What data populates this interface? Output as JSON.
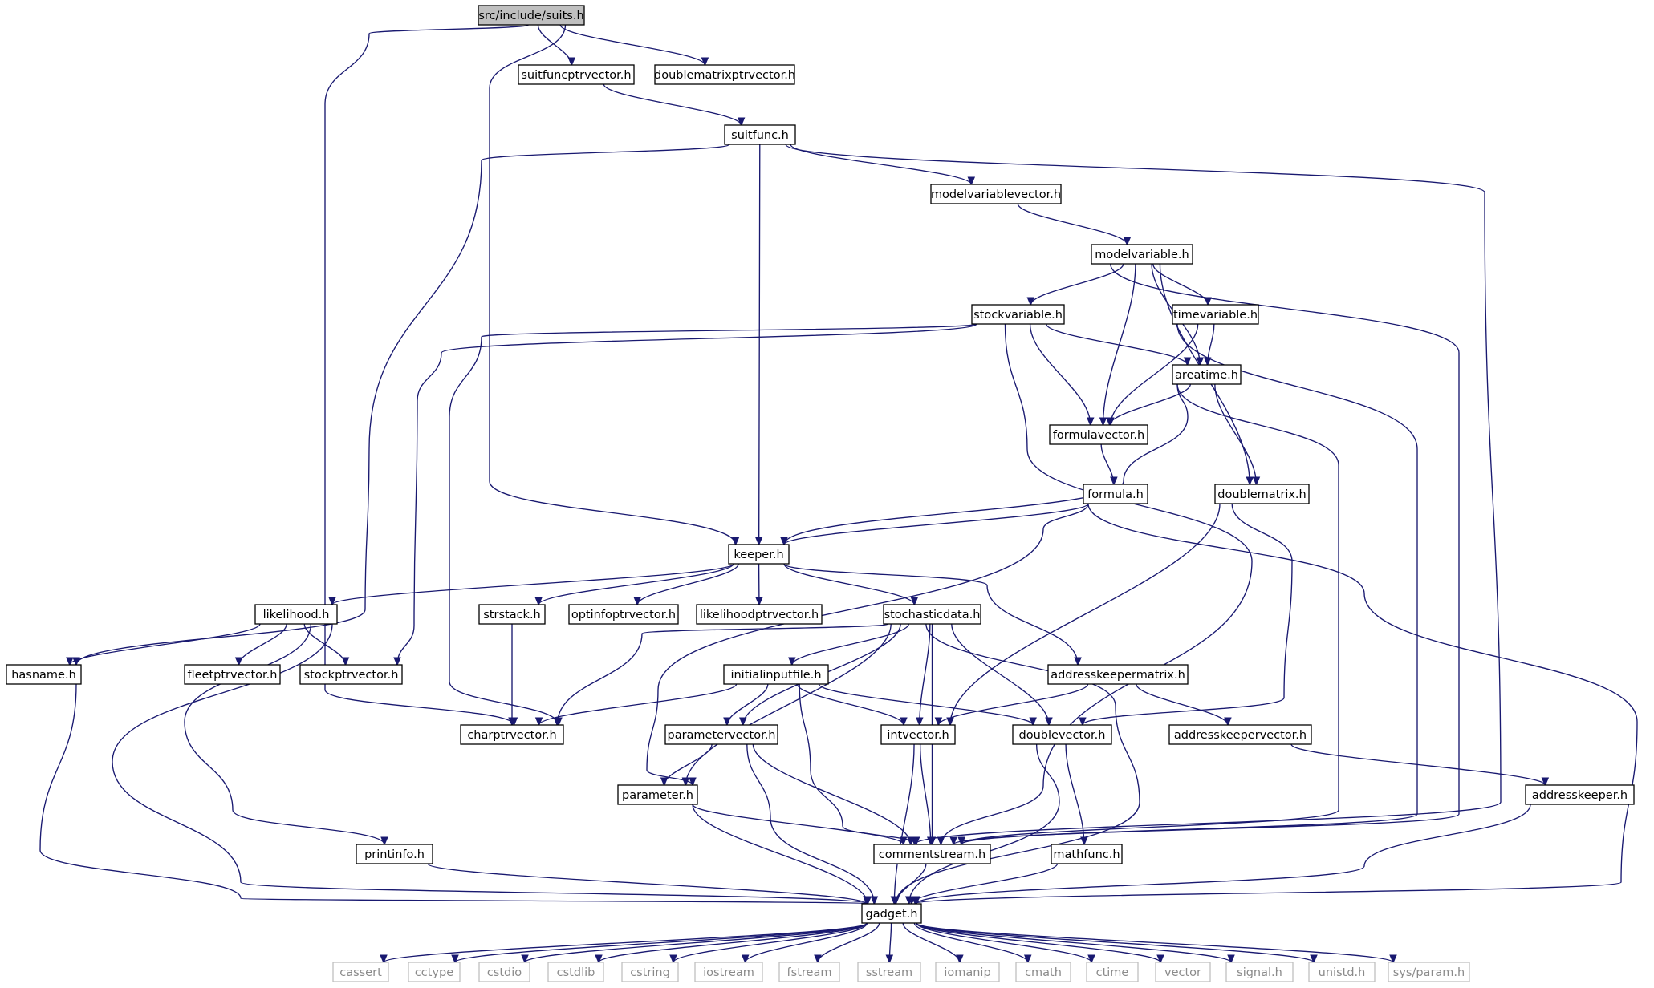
{
  "diagram": {
    "title": "src/include/suits.h",
    "colors": {
      "edge": "#191970",
      "root_fill": "#bfbfbf",
      "node_fill": "#ffffff",
      "node_stroke": "#000000",
      "system_stroke": "#bfbfbf",
      "system_text": "#8a8a8a"
    },
    "nodes": [
      {
        "id": "suits",
        "label": "src/include/suits.h",
        "kind": "root"
      },
      {
        "id": "suitfuncptrvector",
        "label": "suitfuncptrvector.h",
        "kind": "local"
      },
      {
        "id": "doublematrixptrvector",
        "label": "doublematrixptrvector.h",
        "kind": "local"
      },
      {
        "id": "suitfunc",
        "label": "suitfunc.h",
        "kind": "local"
      },
      {
        "id": "modelvariablevector",
        "label": "modelvariablevector.h",
        "kind": "local"
      },
      {
        "id": "modelvariable",
        "label": "modelvariable.h",
        "kind": "local"
      },
      {
        "id": "stockvariable",
        "label": "stockvariable.h",
        "kind": "local"
      },
      {
        "id": "timevariable",
        "label": "timevariable.h",
        "kind": "local"
      },
      {
        "id": "areatime",
        "label": "areatime.h",
        "kind": "local"
      },
      {
        "id": "formulavector",
        "label": "formulavector.h",
        "kind": "local"
      },
      {
        "id": "formula",
        "label": "formula.h",
        "kind": "local"
      },
      {
        "id": "doublematrix",
        "label": "doublematrix.h",
        "kind": "local"
      },
      {
        "id": "keeper",
        "label": "keeper.h",
        "kind": "local"
      },
      {
        "id": "likelihood",
        "label": "likelihood.h",
        "kind": "local"
      },
      {
        "id": "strstack",
        "label": "strstack.h",
        "kind": "local"
      },
      {
        "id": "optinfoptrvector",
        "label": "optinfoptrvector.h",
        "kind": "local"
      },
      {
        "id": "likelihoodptrvector",
        "label": "likelihoodptrvector.h",
        "kind": "local"
      },
      {
        "id": "stochasticdata",
        "label": "stochasticdata.h",
        "kind": "local"
      },
      {
        "id": "hasname",
        "label": "hasname.h",
        "kind": "local"
      },
      {
        "id": "fleetptrvector",
        "label": "fleetptrvector.h",
        "kind": "local"
      },
      {
        "id": "stockptrvector",
        "label": "stockptrvector.h",
        "kind": "local"
      },
      {
        "id": "initialinputfile",
        "label": "initialinputfile.h",
        "kind": "local"
      },
      {
        "id": "addresskeepermatrix",
        "label": "addresskeepermatrix.h",
        "kind": "local"
      },
      {
        "id": "charptrvector",
        "label": "charptrvector.h",
        "kind": "local"
      },
      {
        "id": "parametervector",
        "label": "parametervector.h",
        "kind": "local"
      },
      {
        "id": "intvector",
        "label": "intvector.h",
        "kind": "local"
      },
      {
        "id": "doublevector",
        "label": "doublevector.h",
        "kind": "local"
      },
      {
        "id": "addresskeepervector",
        "label": "addresskeepervector.h",
        "kind": "local"
      },
      {
        "id": "parameter",
        "label": "parameter.h",
        "kind": "local"
      },
      {
        "id": "addresskeeper",
        "label": "addresskeeper.h",
        "kind": "local"
      },
      {
        "id": "printinfo",
        "label": "printinfo.h",
        "kind": "local"
      },
      {
        "id": "commentstream",
        "label": "commentstream.h",
        "kind": "local"
      },
      {
        "id": "mathfunc",
        "label": "mathfunc.h",
        "kind": "local"
      },
      {
        "id": "gadget",
        "label": "gadget.h",
        "kind": "local"
      },
      {
        "id": "cassert",
        "label": "cassert",
        "kind": "system"
      },
      {
        "id": "cctype",
        "label": "cctype",
        "kind": "system"
      },
      {
        "id": "cstdio",
        "label": "cstdio",
        "kind": "system"
      },
      {
        "id": "cstdlib",
        "label": "cstdlib",
        "kind": "system"
      },
      {
        "id": "cstring",
        "label": "cstring",
        "kind": "system"
      },
      {
        "id": "iostream",
        "label": "iostream",
        "kind": "system"
      },
      {
        "id": "fstream",
        "label": "fstream",
        "kind": "system"
      },
      {
        "id": "sstream",
        "label": "sstream",
        "kind": "system"
      },
      {
        "id": "iomanip",
        "label": "iomanip",
        "kind": "system"
      },
      {
        "id": "cmath",
        "label": "cmath",
        "kind": "system"
      },
      {
        "id": "ctime",
        "label": "ctime",
        "kind": "system"
      },
      {
        "id": "vector",
        "label": "vector",
        "kind": "system"
      },
      {
        "id": "signal",
        "label": "signal.h",
        "kind": "system"
      },
      {
        "id": "unistd",
        "label": "unistd.h",
        "kind": "system"
      },
      {
        "id": "sysparam",
        "label": "sys/param.h",
        "kind": "system"
      }
    ],
    "edges": [
      [
        "suits",
        "suitfuncptrvector"
      ],
      [
        "suits",
        "doublematrixptrvector"
      ],
      [
        "suits",
        "charptrvector"
      ],
      [
        "suits",
        "keeper"
      ],
      [
        "suitfuncptrvector",
        "suitfunc"
      ],
      [
        "suitfunc",
        "modelvariablevector"
      ],
      [
        "suitfunc",
        "keeper"
      ],
      [
        "suitfunc",
        "hasname"
      ],
      [
        "suitfunc",
        "commentstream"
      ],
      [
        "modelvariablevector",
        "modelvariable"
      ],
      [
        "modelvariable",
        "stockvariable"
      ],
      [
        "modelvariable",
        "timevariable"
      ],
      [
        "modelvariable",
        "areatime"
      ],
      [
        "modelvariable",
        "formulavector"
      ],
      [
        "modelvariable",
        "doublematrix"
      ],
      [
        "modelvariable",
        "commentstream"
      ],
      [
        "stockvariable",
        "areatime"
      ],
      [
        "stockvariable",
        "formulavector"
      ],
      [
        "stockvariable",
        "charptrvector"
      ],
      [
        "stockvariable",
        "stockptrvector"
      ],
      [
        "stockvariable",
        "commentstream"
      ],
      [
        "timevariable",
        "areatime"
      ],
      [
        "timevariable",
        "formulavector"
      ],
      [
        "timevariable",
        "commentstream"
      ],
      [
        "areatime",
        "formulavector"
      ],
      [
        "areatime",
        "keeper"
      ],
      [
        "areatime",
        "doublematrix"
      ],
      [
        "areatime",
        "commentstream"
      ],
      [
        "formulavector",
        "formula"
      ],
      [
        "formula",
        "keeper"
      ],
      [
        "formula",
        "parameter"
      ],
      [
        "formula",
        "gadget"
      ],
      [
        "doublematrix",
        "intvector"
      ],
      [
        "doublematrix",
        "doublevector"
      ],
      [
        "keeper",
        "likelihood"
      ],
      [
        "keeper",
        "strstack"
      ],
      [
        "keeper",
        "optinfoptrvector"
      ],
      [
        "keeper",
        "likelihoodptrvector"
      ],
      [
        "keeper",
        "stochasticdata"
      ],
      [
        "keeper",
        "addresskeepermatrix"
      ],
      [
        "likelihood",
        "hasname"
      ],
      [
        "likelihood",
        "fleetptrvector"
      ],
      [
        "likelihood",
        "stockptrvector"
      ],
      [
        "likelihood",
        "printinfo"
      ],
      [
        "likelihood",
        "gadget"
      ],
      [
        "strstack",
        "charptrvector"
      ],
      [
        "stochasticdata",
        "charptrvector"
      ],
      [
        "stochasticdata",
        "initialinputfile"
      ],
      [
        "stochasticdata",
        "parametervector"
      ],
      [
        "stochasticdata",
        "parameter"
      ],
      [
        "stochasticdata",
        "intvector"
      ],
      [
        "stochasticdata",
        "doublevector"
      ],
      [
        "stochasticdata",
        "commentstream"
      ],
      [
        "stochasticdata",
        "gadget"
      ],
      [
        "initialinputfile",
        "charptrvector"
      ],
      [
        "initialinputfile",
        "parametervector"
      ],
      [
        "initialinputfile",
        "intvector"
      ],
      [
        "initialinputfile",
        "doublevector"
      ],
      [
        "initialinputfile",
        "commentstream"
      ],
      [
        "addresskeepermatrix",
        "intvector"
      ],
      [
        "addresskeepermatrix",
        "addresskeepervector"
      ],
      [
        "addresskeepervector",
        "addresskeeper"
      ],
      [
        "addresskeeper",
        "gadget"
      ],
      [
        "parametervector",
        "parameter"
      ],
      [
        "parametervector",
        "commentstream"
      ],
      [
        "parametervector",
        "gadget"
      ],
      [
        "parameter",
        "commentstream"
      ],
      [
        "parameter",
        "gadget"
      ],
      [
        "intvector",
        "commentstream"
      ],
      [
        "intvector",
        "gadget"
      ],
      [
        "doublevector",
        "mathfunc"
      ],
      [
        "doublevector",
        "gadget"
      ],
      [
        "hasname",
        "gadget"
      ],
      [
        "printinfo",
        "gadget"
      ],
      [
        "commentstream",
        "gadget"
      ],
      [
        "mathfunc",
        "gadget"
      ],
      [
        "gadget",
        "cassert"
      ],
      [
        "gadget",
        "cctype"
      ],
      [
        "gadget",
        "cstdio"
      ],
      [
        "gadget",
        "cstdlib"
      ],
      [
        "gadget",
        "cstring"
      ],
      [
        "gadget",
        "iostream"
      ],
      [
        "gadget",
        "fstream"
      ],
      [
        "gadget",
        "sstream"
      ],
      [
        "gadget",
        "iomanip"
      ],
      [
        "gadget",
        "cmath"
      ],
      [
        "gadget",
        "ctime"
      ],
      [
        "gadget",
        "vector"
      ],
      [
        "gadget",
        "signal"
      ],
      [
        "gadget",
        "unistd"
      ],
      [
        "gadget",
        "sysparam"
      ]
    ]
  }
}
